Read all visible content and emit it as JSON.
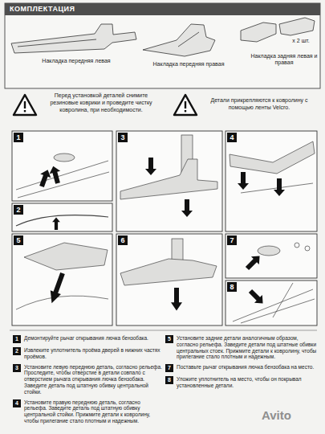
{
  "diagram": {
    "title": "КОМПЛЕКТАЦИЯ",
    "labels": [
      "Накладка передняя левая",
      "Накладка передняя правая",
      "x 2 шт.",
      "Накладка задняя левая и правая",
      "Перед установкой деталей снимите резиновые коврики и проведите чистку ковролина, при необходимости.",
      "Детали прикрепляются к ковролину с помощью ленты Velcro.",
      "1",
      "2",
      "3",
      "4",
      "5",
      "6",
      "7",
      "8",
      "1",
      "Демонтируйте рычаг открывания лючка бензобака.",
      "2",
      "Извлеките уплотнитель проёма дверей в нижних частях проёмов.",
      "3",
      "Установите левую переднюю деталь, согласно рельефа. Проследите, чтобы отверстие в детали совпало с отверстием рычага открывания лючка бензобака. Заведите деталь под штатную обивку центральной стойки.",
      "4",
      "Установите правую переднюю деталь, согласно рельефа. Заведите деталь под штатную обивку центральной стойки. Прижмите детали к ковролину, чтобы прилегание стало плотным и надежным.",
      "5",
      "Установите задние детали аналогичным образом, согласно рельефа. Заведите детали под штатные обивки центральных стоек. Прижмите детали к ковролину, чтобы прилегание стало плотным и надежным.",
      "7",
      "Поставьте рычаг открывания лючка бензобака на место.",
      "8",
      "Уложите уплотнитель на место, чтобы он покрывал установленные детали.",
      "Avito"
    ]
  }
}
